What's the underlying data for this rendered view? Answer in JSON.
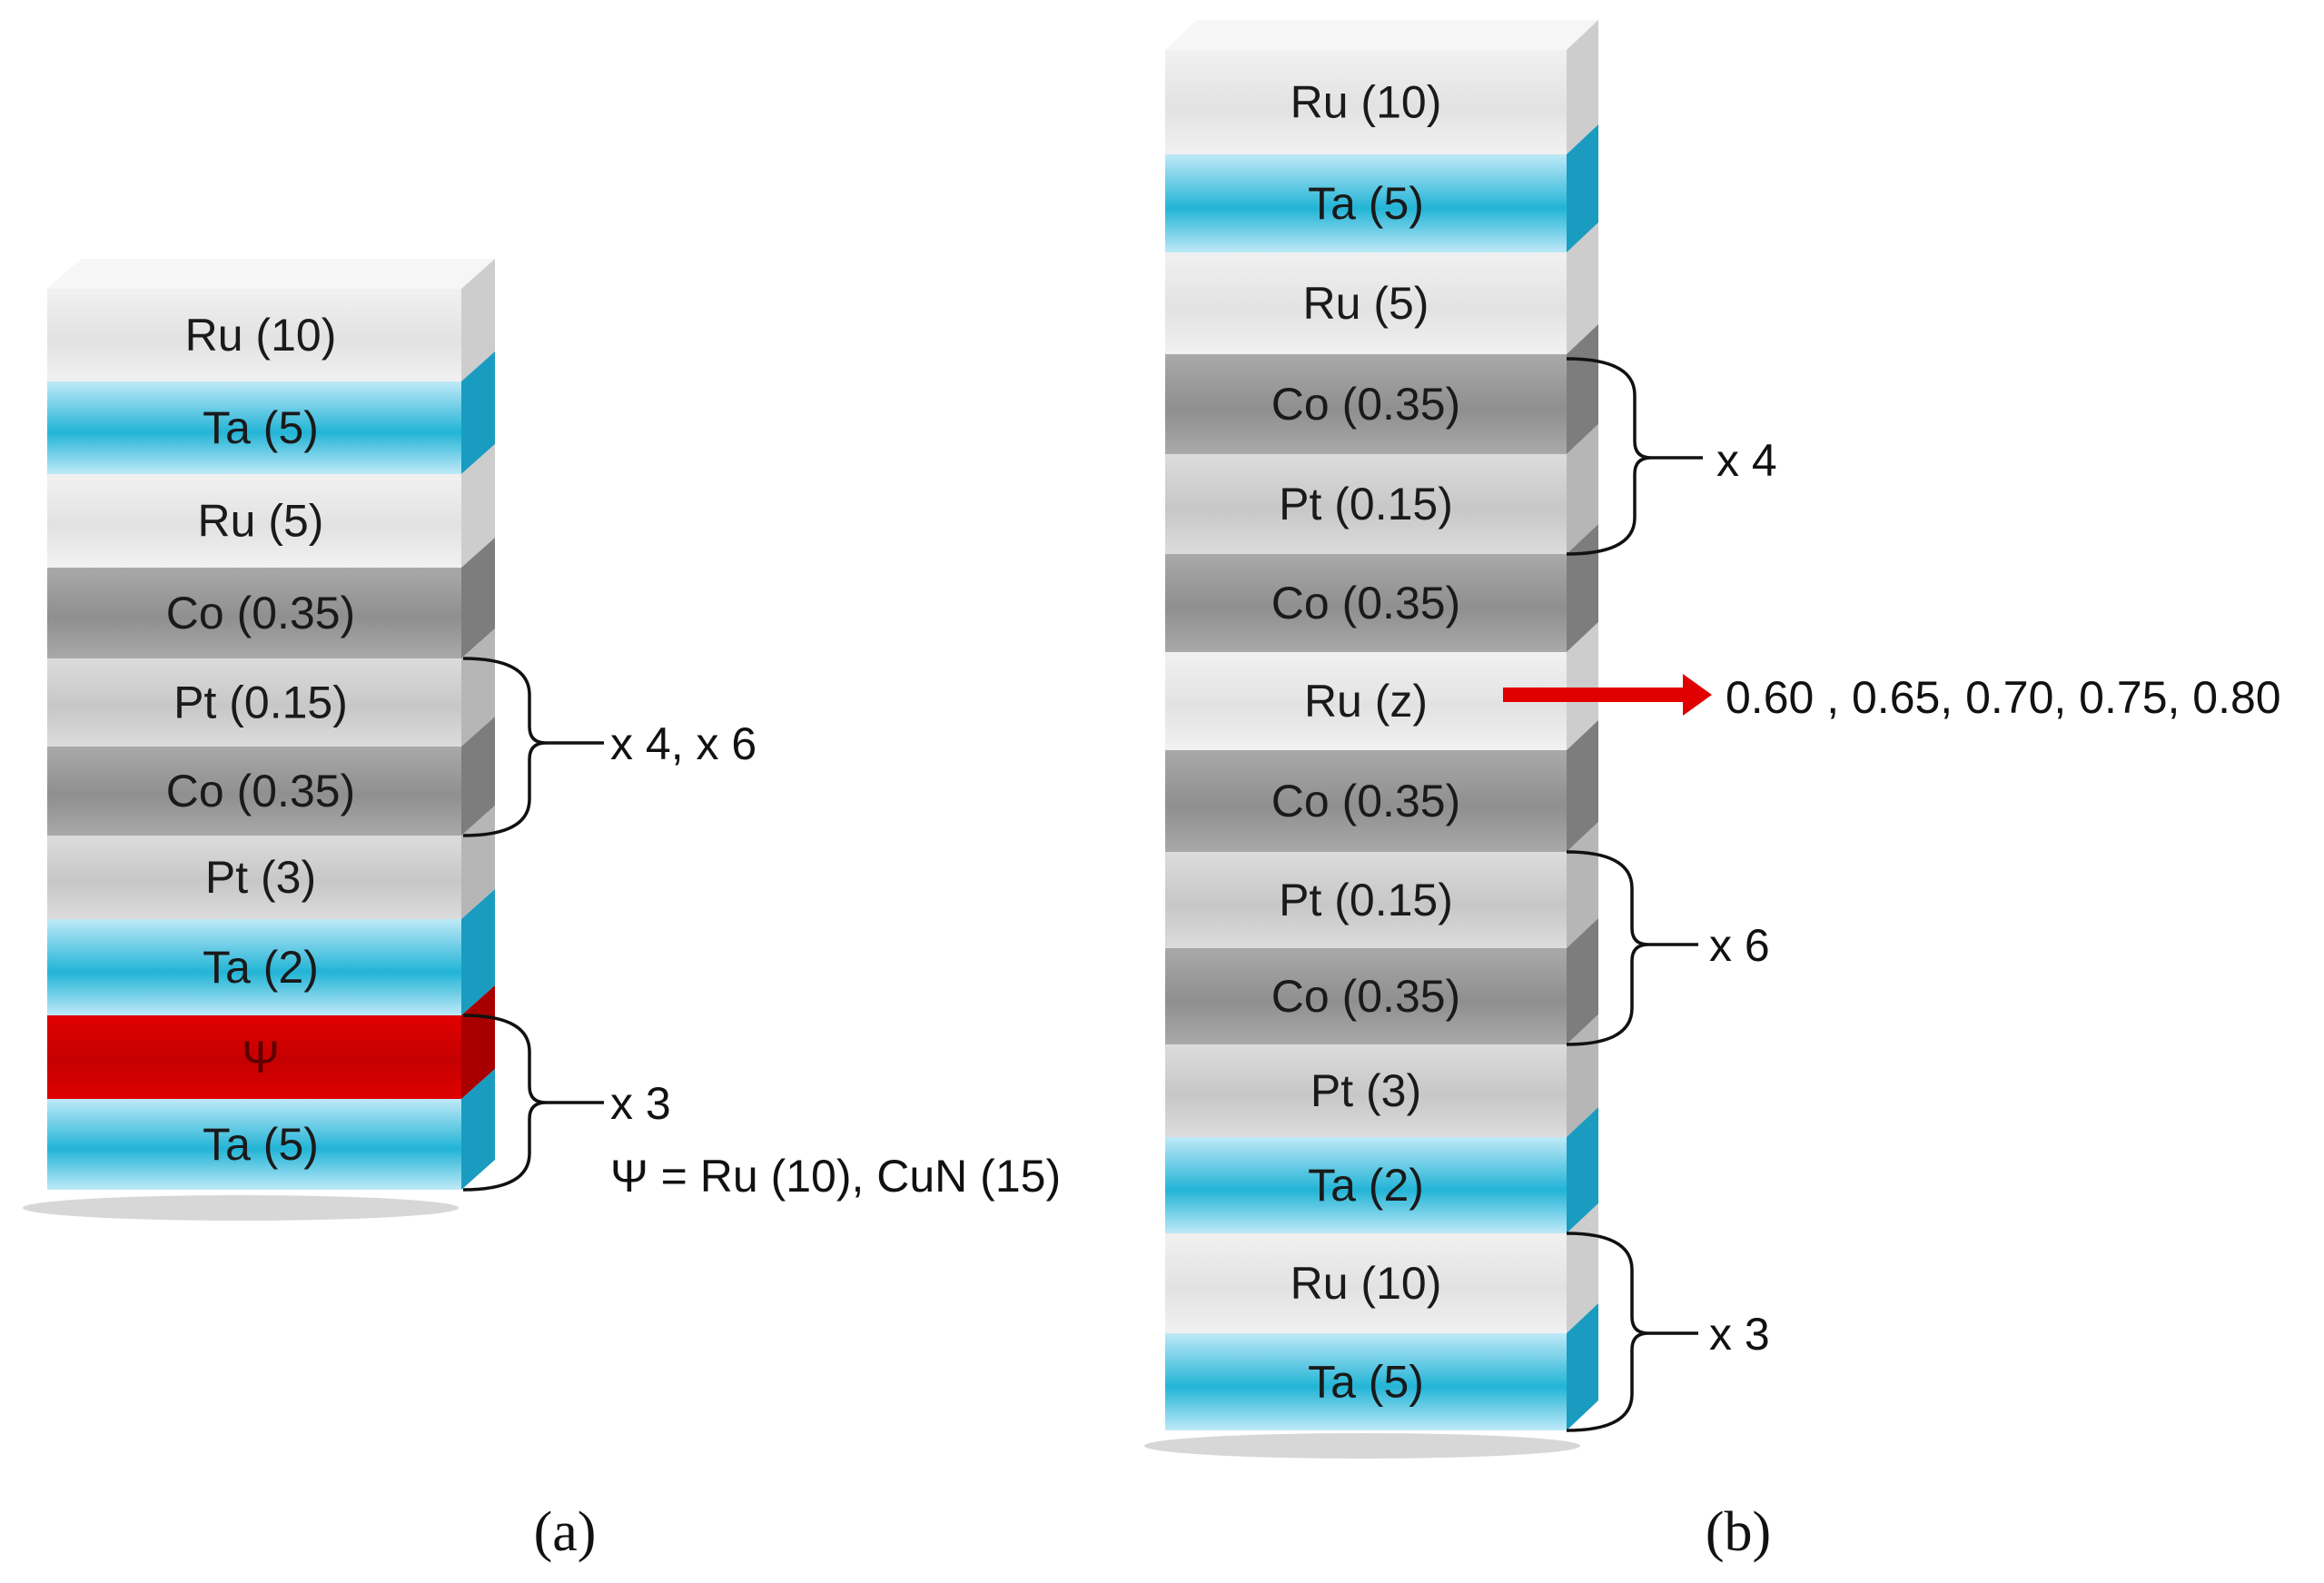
{
  "materials": {
    "Ru": {
      "front": "#f1f1f1",
      "front_mid": "#e2e2e2",
      "side": "#cdcdcd"
    },
    "Ta": {
      "front": "#bfe9f8",
      "front_mid": "#22b4d6",
      "side": "#1a9cc0"
    },
    "Co": {
      "front": "#a9a9a9",
      "front_mid": "#8f8f8f",
      "side": "#7d7d7d"
    },
    "Pt": {
      "front": "#dcdcdc",
      "front_mid": "#c7c7c7",
      "side": "#b6b6b6"
    },
    "Psi": {
      "front": "#e00000",
      "front_mid": "#c40000",
      "side": "#a80000"
    }
  },
  "panel_a": {
    "label": "(a)",
    "layers": [
      {
        "label": "Ru (10)",
        "material": "Ru"
      },
      {
        "label": "Ta (5)",
        "material": "Ta"
      },
      {
        "label": "Ru (5)",
        "material": "Ru"
      },
      {
        "label": "Co (0.35)",
        "material": "Co"
      },
      {
        "label": "Pt (0.15)",
        "material": "Pt"
      },
      {
        "label": "Co (0.35)",
        "material": "Co"
      },
      {
        "label": "Pt (3)",
        "material": "Pt"
      },
      {
        "label": "Ta (2)",
        "material": "Ta"
      },
      {
        "label": "Ψ",
        "material": "Psi"
      },
      {
        "label": "Ta (5)",
        "material": "Ta"
      }
    ],
    "repeat_1": "x 4, x 6",
    "repeat_2": "x 3",
    "psi_definition": "Ψ = Ru (10), CuN (15)"
  },
  "panel_b": {
    "label": "(b)",
    "layers": [
      {
        "label": "Ru (10)",
        "material": "Ru"
      },
      {
        "label": "Ta (5)",
        "material": "Ta"
      },
      {
        "label": "Ru (5)",
        "material": "Ru"
      },
      {
        "label": "Co (0.35)",
        "material": "Co"
      },
      {
        "label": "Pt (0.15)",
        "material": "Pt"
      },
      {
        "label": "Co (0.35)",
        "material": "Co"
      },
      {
        "label": "Ru (z)",
        "material": "Ru"
      },
      {
        "label": "Co (0.35)",
        "material": "Co"
      },
      {
        "label": "Pt (0.15)",
        "material": "Pt"
      },
      {
        "label": "Co (0.35)",
        "material": "Co"
      },
      {
        "label": "Pt (3)",
        "material": "Pt"
      },
      {
        "label": "Ta (2)",
        "material": "Ta"
      },
      {
        "label": "Ru (10)",
        "material": "Ru"
      },
      {
        "label": "Ta (5)",
        "material": "Ta"
      }
    ],
    "repeat_top": "x 4",
    "repeat_mid": "x 6",
    "repeat_bottom": "x 3",
    "ru_thickness_values": "0.60 , 0.65, 0.70,  0.75, 0.80",
    "arrow_color": "#e00000"
  }
}
